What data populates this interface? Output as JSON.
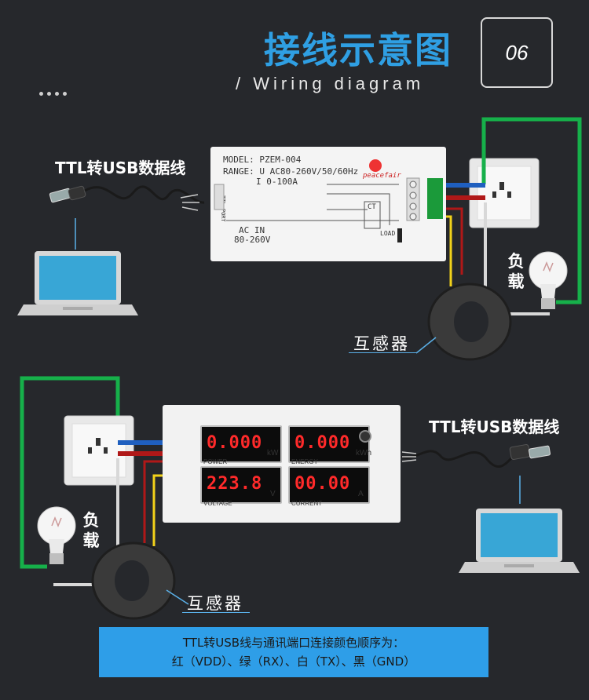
{
  "header": {
    "title": "接线示意图",
    "subtitle": "/ Wiring diagram",
    "badge": "06"
  },
  "top_panel": {
    "cable_label": "TTL转USB数据线",
    "load_label": [
      "负",
      "载"
    ],
    "transformer_label": "互感器",
    "meter": {
      "model": "MODEL: PZEM-004",
      "range_u": "RANGE: U  AC80-260V/50/60Hz",
      "range_i": "I  0-100A",
      "brand": "peacefair",
      "ttl_port": "TTL PORT",
      "ac_in": "AC IN",
      "ac_range": "80-260V",
      "ct": "CT",
      "load": "LOAD"
    }
  },
  "bottom_panel": {
    "cable_label": "TTL转USB数据线",
    "load_label": [
      "负",
      "载"
    ],
    "transformer_label": "互感器",
    "displays": [
      {
        "value": "0.000",
        "caption": "POWER",
        "unit": "kW"
      },
      {
        "value": "0.000",
        "caption": "ENERGY",
        "unit": "kWh"
      },
      {
        "value": "223.8",
        "caption": "VOLTAGE",
        "unit": "V"
      },
      {
        "value": "00.00",
        "caption": "CURRENT",
        "unit": "A"
      }
    ]
  },
  "note": {
    "line1": "TTL转USB线与通讯端口连接颜色顺序为：",
    "line2": "红（VDD）、绿（RX）、白（TX）、黑（GND）"
  },
  "colors": {
    "accent_blue": "#2f9fe3",
    "wire_blue": "#1f5fbf",
    "wire_red": "#b01818",
    "wire_green": "#16b04a",
    "wire_yellow": "#f2d21a"
  }
}
